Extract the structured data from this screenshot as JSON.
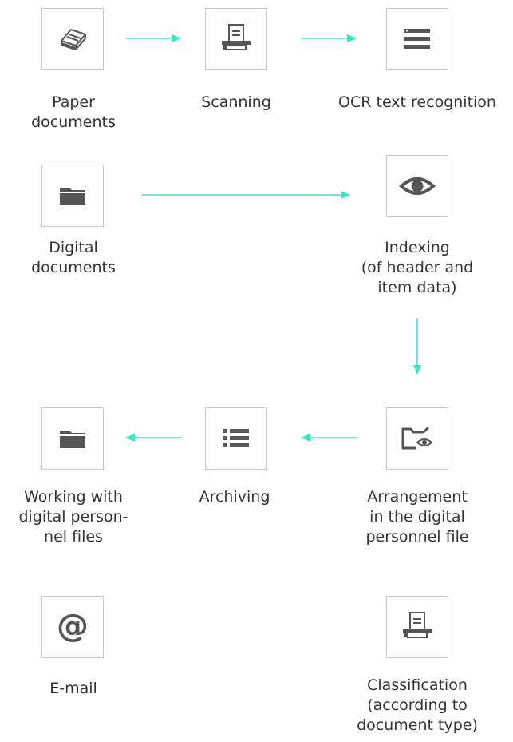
{
  "colors": {
    "arrow": "#33e6c4",
    "icon": "#555555",
    "border": "#c8c8c8"
  },
  "nodes": {
    "paper": {
      "label": "Paper\ndocuments",
      "icon": "paper-stack-icon"
    },
    "scanning": {
      "label": "Scanning",
      "icon": "scanner-icon"
    },
    "ocr": {
      "label": "OCR text recognition",
      "icon": "text-lines-icon"
    },
    "digital": {
      "label": "Digital\ndocuments",
      "icon": "folder-icon"
    },
    "indexing": {
      "label": "Indexing\n(of header and\nitem data)",
      "icon": "eye-icon"
    },
    "working": {
      "label": "Working with\ndigital person-\nnel files",
      "icon": "folder-icon"
    },
    "archiving": {
      "label": "Archiving",
      "icon": "list-icon"
    },
    "arrangement": {
      "label": "Arrangement\nin the digital\npersonnel file",
      "icon": "folder-eye-icon"
    },
    "email": {
      "label": "E-mail",
      "icon": "at-sign-icon"
    },
    "classification": {
      "label": "Classification\n(according to\ndocument type)",
      "icon": "scanner-icon"
    }
  }
}
